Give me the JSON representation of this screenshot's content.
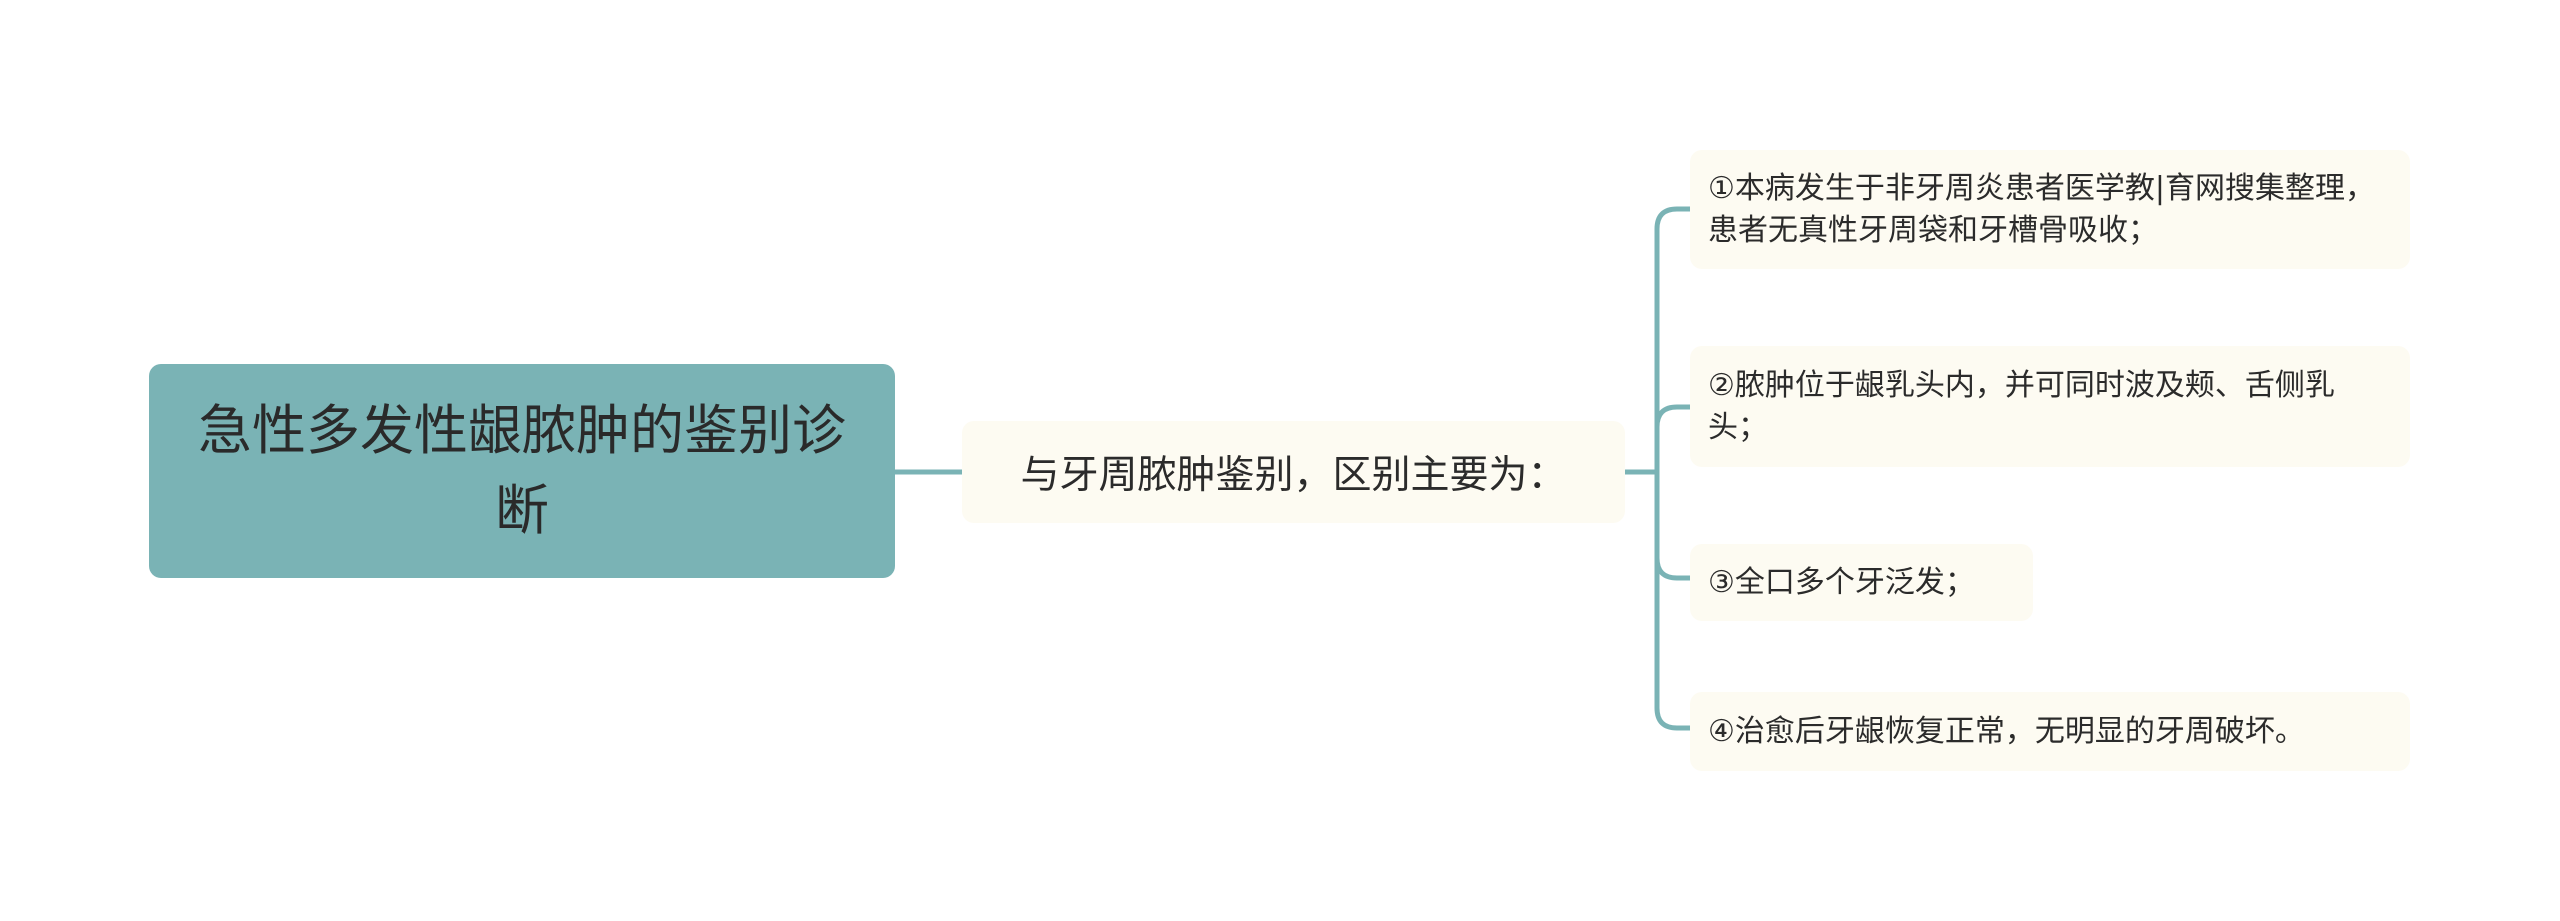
{
  "root": {
    "label": "急性多发性龈脓肿的鉴别诊断"
  },
  "branch": {
    "label": "与牙周脓肿鉴别，区别主要为："
  },
  "leaves": [
    {
      "label": "①本病发生于非牙周炎患者医学教|育网搜集整理，患者无真性牙周袋和牙槽骨吸收；"
    },
    {
      "label": "②脓肿位于龈乳头内，并可同时波及颊、舌侧乳头；"
    },
    {
      "label": "③全口多个牙泛发；"
    },
    {
      "label": "④治愈后牙龈恢复正常，无明显的牙周破坏。"
    }
  ],
  "colors": {
    "root": "#7ab3b5",
    "node": "#fdfbf2",
    "line": "#7ab3b5"
  }
}
